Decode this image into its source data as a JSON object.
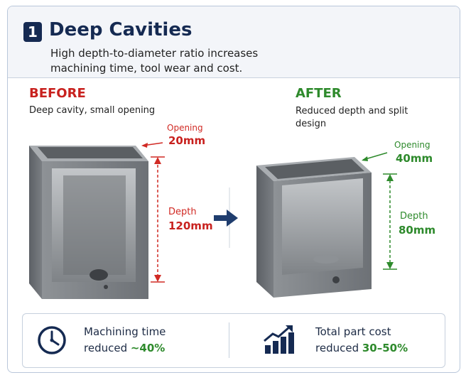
{
  "header": {
    "badge_number": "1",
    "title": "Deep Cavities",
    "subtitle": "High depth-to-diameter ratio increases machining time, tool wear and cost."
  },
  "before": {
    "heading": "BEFORE",
    "description": "Deep cavity, small opening",
    "opening_label": "Opening",
    "opening_value": "20mm",
    "depth_label": "Depth",
    "depth_value": "120mm"
  },
  "after": {
    "heading": "AFTER",
    "description": "Reduced depth and split design",
    "opening_label": "Opening",
    "opening_value": "40mm",
    "depth_label": "Depth",
    "depth_value": "80mm"
  },
  "footer": {
    "time_line1": "Machining time",
    "time_line2_prefix": "reduced ",
    "time_line2_value": "~40%",
    "cost_line1": "Total part cost",
    "cost_line2_prefix": "reduced ",
    "cost_line2_value": "30–50%"
  },
  "colors": {
    "navy": "#152a52",
    "red": "#c8211e",
    "green": "#2e8a2c",
    "arrow": "#1f3d6e"
  },
  "icons": [
    "clock-icon",
    "chart-growth-icon",
    "arrow-right-icon"
  ]
}
